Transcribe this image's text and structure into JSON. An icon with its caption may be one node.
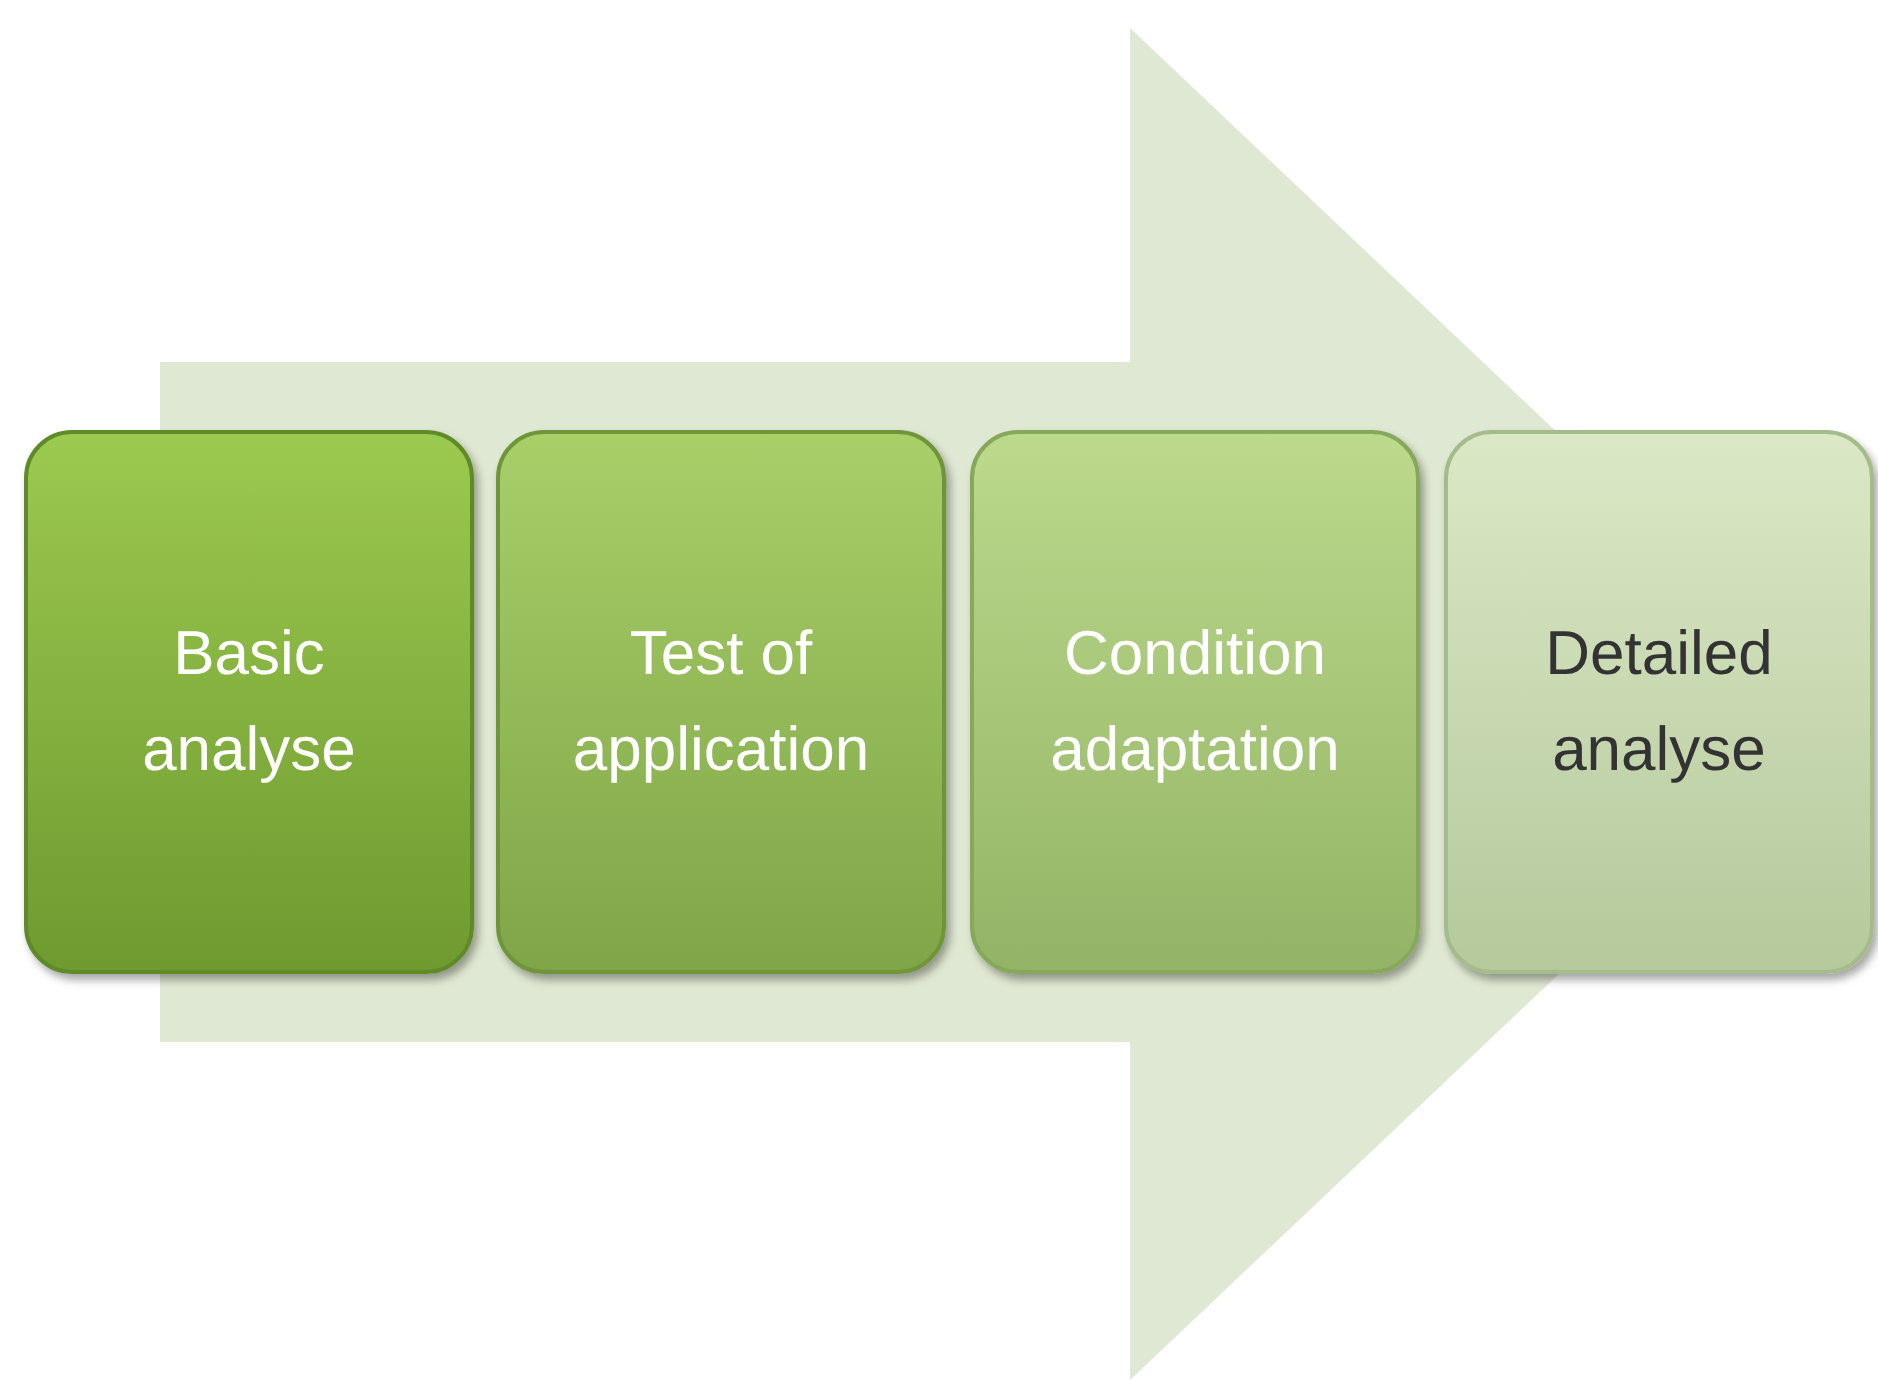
{
  "diagram": {
    "nodes": [
      {
        "text": [
          "Basic analyse"
        ]
      },
      {
        "text": [
          "Test of application"
        ]
      },
      {
        "text": [
          "Condition adaptation"
        ]
      },
      {
        "text": [
          "Detailed analyse"
        ]
      }
    ],
    "edges": [
      {
        "from": 0,
        "to": 3,
        "arrow": "to"
      }
    ]
  }
}
